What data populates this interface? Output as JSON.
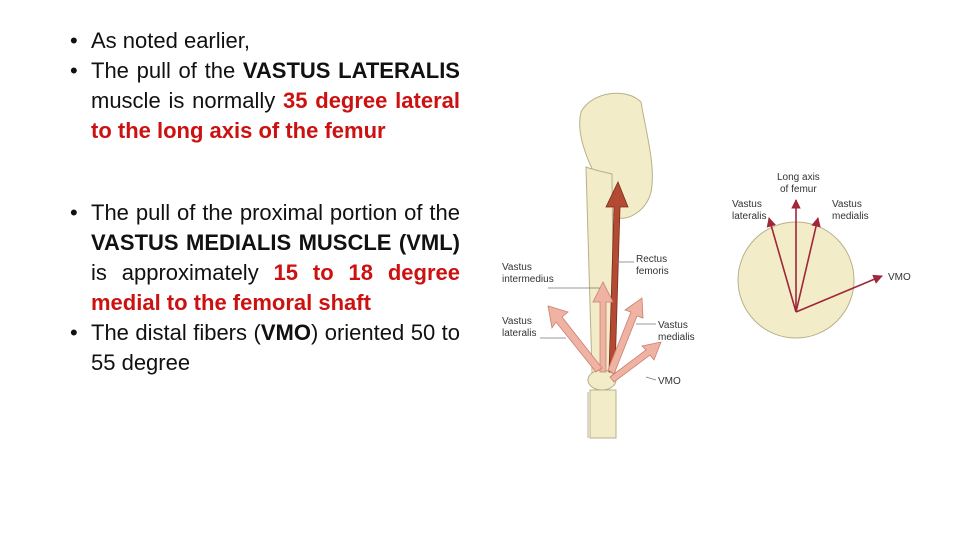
{
  "bullets": {
    "b1": {
      "text": "As noted earlier,"
    },
    "b2": {
      "t1": "The pull of the ",
      "t2": "VASTUS LATERALIS",
      "t3": " muscle is normally ",
      "t4": "35 degree lateral to the long axis of the femur"
    },
    "b3": {
      "t1": "The pull of the proximal portion of the ",
      "t2": "VASTUS MEDIALIS MUSCLE (VML)",
      "t3": " is approximately ",
      "t4": "15 to 18 degree medial to the femoral shaft"
    },
    "b4": {
      "t1": "The distal fibers (",
      "t2": "VMO",
      "t3": ") oriented 50 to 55 degree"
    }
  },
  "figure": {
    "leg_labels": {
      "vastus_intermedius": [
        "Vastus",
        "intermedius"
      ],
      "rectus_femoris": [
        "Rectus",
        "femoris"
      ],
      "vastus_lateralis": [
        "Vastus",
        "lateralis"
      ],
      "vastus_medialis": [
        "Vastus",
        "medialis"
      ],
      "vmo": "VMO"
    },
    "circle_labels": {
      "long_axis": [
        "Long axis",
        "of femur"
      ],
      "vastus_lateralis": [
        "Vastus",
        "lateralis"
      ],
      "vastus_medialis": [
        "Vastus",
        "medialis"
      ],
      "vmo": "VMO"
    },
    "colors": {
      "bone": "#f2ecc9",
      "bone_outline": "#b8b08a",
      "arrow_dark": "#b44a33",
      "arrow_light": "#f0b2a3",
      "circle": "#f2ecc9",
      "vector": "#a0263a"
    }
  }
}
